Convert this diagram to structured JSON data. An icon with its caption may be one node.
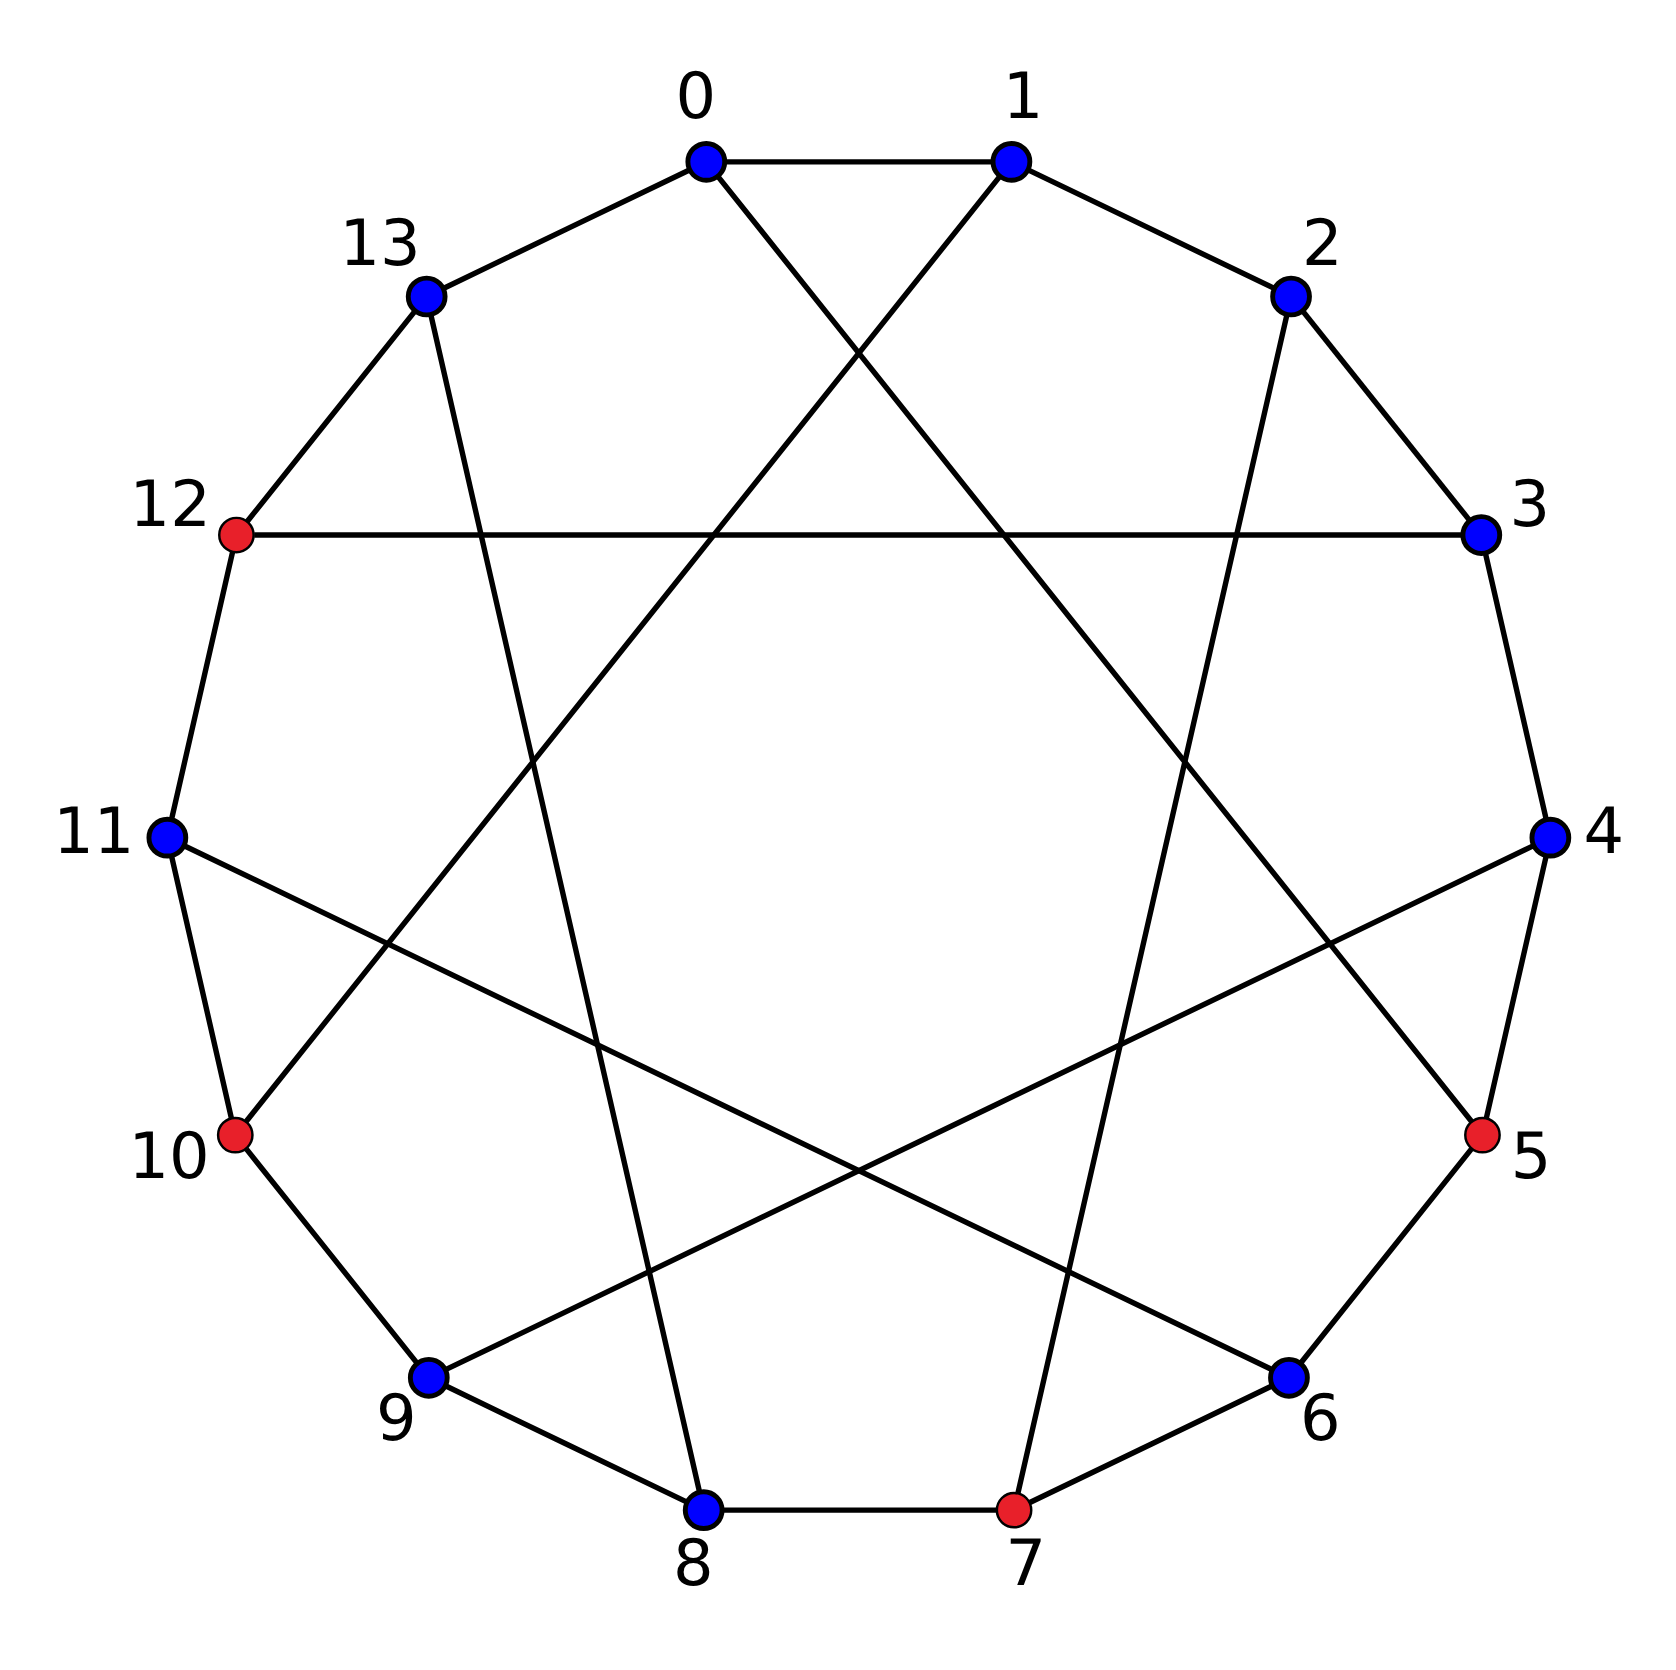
{
  "diagram": {
    "nodes": [
      {
        "text": [],
        "shape": "circle",
        "beside": [
          "0"
        ]
      },
      {
        "text": [],
        "shape": "circle",
        "beside": [
          "1"
        ]
      },
      {
        "text": [],
        "shape": "circle",
        "beside": [
          "2"
        ]
      },
      {
        "text": [],
        "shape": "circle",
        "beside": [
          "3"
        ]
      },
      {
        "text": [],
        "shape": "circle",
        "beside": [
          "4"
        ]
      },
      {
        "text": [],
        "shape": "circle",
        "beside": [
          "5"
        ]
      },
      {
        "text": [],
        "shape": "circle",
        "beside": [
          "6"
        ]
      },
      {
        "text": [],
        "shape": "circle",
        "beside": [
          "7"
        ]
      },
      {
        "text": [],
        "shape": "circle",
        "beside": [
          "8"
        ]
      },
      {
        "text": [],
        "shape": "circle",
        "beside": [
          "9"
        ]
      },
      {
        "text": [],
        "shape": "circle",
        "beside": [
          "10"
        ]
      },
      {
        "text": [],
        "shape": "circle",
        "beside": [
          "11"
        ]
      },
      {
        "text": [],
        "shape": "circle",
        "beside": [
          "12"
        ]
      },
      {
        "text": [],
        "shape": "circle",
        "beside": [
          "13"
        ]
      }
    ],
    "edges": [
      {
        "from": 0,
        "to": 1,
        "arrow": "none"
      },
      {
        "from": 1,
        "to": 2,
        "arrow": "none"
      },
      {
        "from": 2,
        "to": 3,
        "arrow": "none"
      },
      {
        "from": 3,
        "to": 4,
        "arrow": "none"
      },
      {
        "from": 4,
        "to": 5,
        "arrow": "none"
      },
      {
        "from": 5,
        "to": 6,
        "arrow": "none"
      },
      {
        "from": 6,
        "to": 7,
        "arrow": "none"
      },
      {
        "from": 7,
        "to": 8,
        "arrow": "none"
      },
      {
        "from": 8,
        "to": 9,
        "arrow": "none"
      },
      {
        "from": 9,
        "to": 10,
        "arrow": "none"
      },
      {
        "from": 10,
        "to": 11,
        "arrow": "none"
      },
      {
        "from": 11,
        "to": 12,
        "arrow": "none"
      },
      {
        "from": 12,
        "to": 13,
        "arrow": "none"
      },
      {
        "from": 13,
        "to": 0,
        "arrow": "none"
      },
      {
        "from": 0,
        "to": 5,
        "arrow": "none"
      },
      {
        "from": 1,
        "to": 10,
        "arrow": "none"
      },
      {
        "from": 2,
        "to": 7,
        "arrow": "none"
      },
      {
        "from": 3,
        "to": 12,
        "arrow": "none"
      },
      {
        "from": 4,
        "to": 9,
        "arrow": "none"
      },
      {
        "from": 6,
        "to": 11,
        "arrow": "none"
      },
      {
        "from": 8,
        "to": 13,
        "arrow": "none"
      }
    ]
  }
}
